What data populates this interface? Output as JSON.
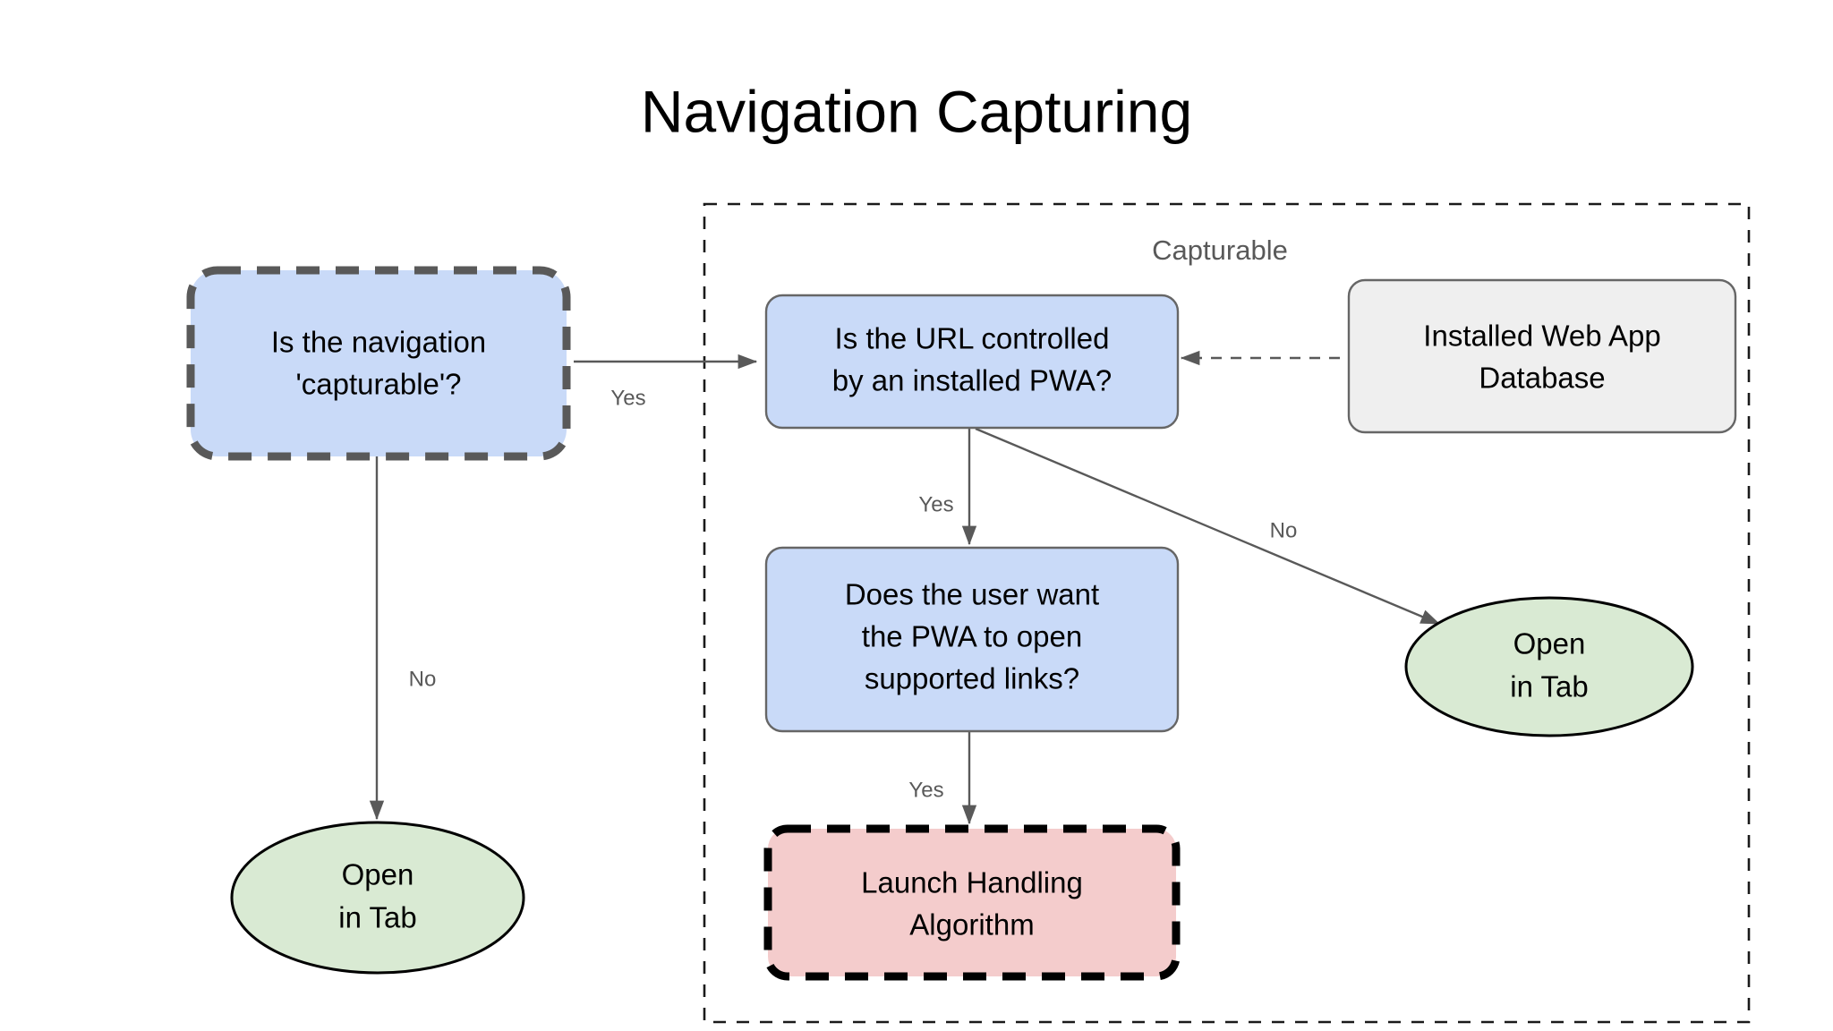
{
  "title": "Navigation Capturing",
  "group": {
    "label": "Capturable"
  },
  "nodes": {
    "is_capturable": {
      "line1": "Is the navigation",
      "line2": "'capturable'?",
      "fill": "#c9daf8",
      "border": "#595959",
      "style": "dashed"
    },
    "url_controlled": {
      "line1": "Is the URL controlled",
      "line2": "by an installed PWA?",
      "fill": "#c9daf8",
      "border": "#666666",
      "style": "solid"
    },
    "installed_db": {
      "line1": "Installed Web App",
      "line2": "Database",
      "fill": "#efefef",
      "border": "#666666",
      "style": "solid"
    },
    "user_want": {
      "line1": "Does the user want",
      "line2": "the PWA to open",
      "line3": "supported links?",
      "fill": "#c9daf8",
      "border": "#666666",
      "style": "solid"
    },
    "launch_handling": {
      "line1": "Launch Handling",
      "line2": "Algorithm",
      "fill": "#f4cccc",
      "border": "#000000",
      "style": "dashed"
    },
    "open_tab_left": {
      "line1": "Open",
      "line2": "in Tab",
      "fill": "#d9ead3",
      "border": "#000000",
      "style": "ellipse"
    },
    "open_tab_right": {
      "line1": "Open",
      "line2": "in Tab",
      "fill": "#d9ead3",
      "border": "#000000",
      "style": "ellipse"
    }
  },
  "edges": {
    "capturable_yes": "Yes",
    "capturable_no": "No",
    "url_yes": "Yes",
    "url_no": "No",
    "user_yes": "Yes"
  },
  "colors": {
    "blue_fill": "#c9daf8",
    "green_fill": "#d9ead3",
    "pink_fill": "#f4cccc",
    "gray_fill": "#efefef",
    "edge_stroke": "#595959",
    "label_gray": "#595959"
  }
}
